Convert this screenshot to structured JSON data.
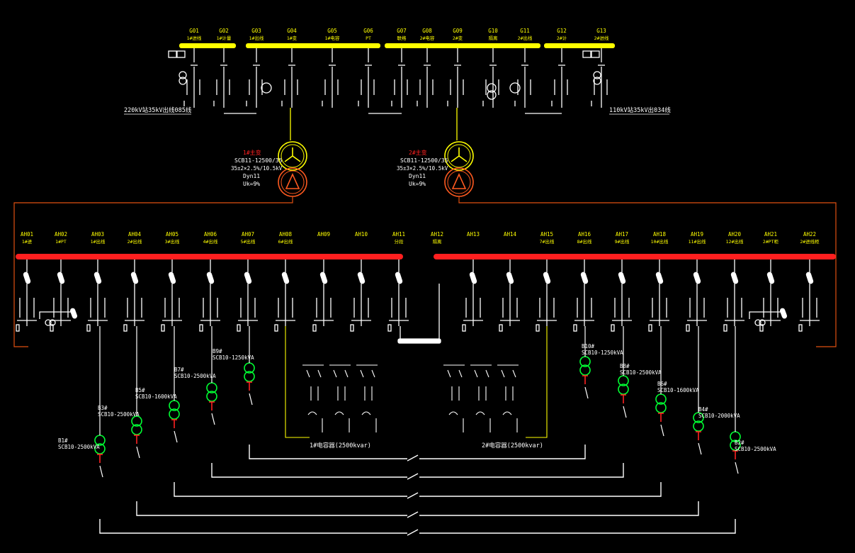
{
  "colors": {
    "background": "#000000",
    "bus_hv": "#ffff00",
    "bus_lv": "#ff1f1f",
    "wire": "#ffffff",
    "text": "#ffffff",
    "label_yellow": "#ffff00",
    "label_red": "#ff2020",
    "frame": "#e05010",
    "transformer_green": "#00ff33",
    "cap_wire": "#ffff00"
  },
  "hv_panels": [
    {
      "code": "G01",
      "desc": "1#进线"
    },
    {
      "code": "G02",
      "desc": "1#计量"
    },
    {
      "code": "G03",
      "desc": "1#出线"
    },
    {
      "code": "G04",
      "desc": "1#变"
    },
    {
      "code": "G05",
      "desc": "1#电容"
    },
    {
      "code": "G06",
      "desc": "PT"
    },
    {
      "code": "G07",
      "desc": "联络"
    },
    {
      "code": "G08",
      "desc": "2#电容"
    },
    {
      "code": "G09",
      "desc": "2#变"
    },
    {
      "code": "G10",
      "desc": "隔离"
    },
    {
      "code": "G11",
      "desc": "2#出线"
    },
    {
      "code": "G12",
      "desc": "2#计"
    },
    {
      "code": "G13",
      "desc": "2#进线"
    }
  ],
  "source_left": "220kV站35kV出线085线",
  "source_right": "110kV站35kV出034线",
  "main_transformers": [
    {
      "name": "1#主变",
      "model": "SCB11-12500/35",
      "ratio": "35±2×2.5%/10.5kV",
      "group": "Dyn11",
      "uk": "Uk=9%"
    },
    {
      "name": "2#主变",
      "model": "SCB11-12500/35",
      "ratio": "35±3×2.5%/10.5kV",
      "group": "Dyn11",
      "uk": "Uk=9%"
    }
  ],
  "lv_panels": [
    {
      "code": "AH01",
      "desc": "1#进"
    },
    {
      "code": "AH02",
      "desc": "1#PT"
    },
    {
      "code": "AH03",
      "desc": "1#出线"
    },
    {
      "code": "AH04",
      "desc": "2#出线"
    },
    {
      "code": "AH05",
      "desc": "3#出线"
    },
    {
      "code": "AH06",
      "desc": "4#出线"
    },
    {
      "code": "AH07",
      "desc": "5#出线"
    },
    {
      "code": "AH08",
      "desc": "6#出线"
    },
    {
      "code": "AH09",
      "desc": ""
    },
    {
      "code": "AH10",
      "desc": ""
    },
    {
      "code": "AH11",
      "desc": "分段"
    },
    {
      "code": "AH12",
      "desc": "隔离"
    },
    {
      "code": "AH13",
      "desc": ""
    },
    {
      "code": "AH14",
      "desc": ""
    },
    {
      "code": "AH15",
      "desc": "7#出线"
    },
    {
      "code": "AH16",
      "desc": "8#出线"
    },
    {
      "code": "AH17",
      "desc": "9#出线"
    },
    {
      "code": "AH18",
      "desc": "10#出线"
    },
    {
      "code": "AH19",
      "desc": "11#出线"
    },
    {
      "code": "AH20",
      "desc": "12#出线"
    },
    {
      "code": "AH21",
      "desc": "2#PT柜"
    },
    {
      "code": "AH22",
      "desc": "2#进线柜"
    }
  ],
  "distribution_transformers": [
    {
      "name": "B1#",
      "rating": "SCB10-2500kVA"
    },
    {
      "name": "B3#",
      "rating": "SCB10-2500kVA"
    },
    {
      "name": "B5#",
      "rating": "SCB10-1600kVA"
    },
    {
      "name": "B7#",
      "rating": "SCB10-2500kVA"
    },
    {
      "name": "B9#",
      "rating": "SCB10-1250kVA"
    },
    {
      "name": "B10#",
      "rating": "SCB10-1250kVA"
    },
    {
      "name": "B8#",
      "rating": "SCB10-2500kVA"
    },
    {
      "name": "B6#",
      "rating": "SCB10-1600kVA"
    },
    {
      "name": "B4#",
      "rating": "SCB10-2000kVA"
    },
    {
      "name": "B2#",
      "rating": "SCB10-2500kVA"
    }
  ],
  "capacitor_banks": [
    {
      "label": "1#电容器(2500kvar)"
    },
    {
      "label": "2#电容器(2500kvar)"
    }
  ]
}
